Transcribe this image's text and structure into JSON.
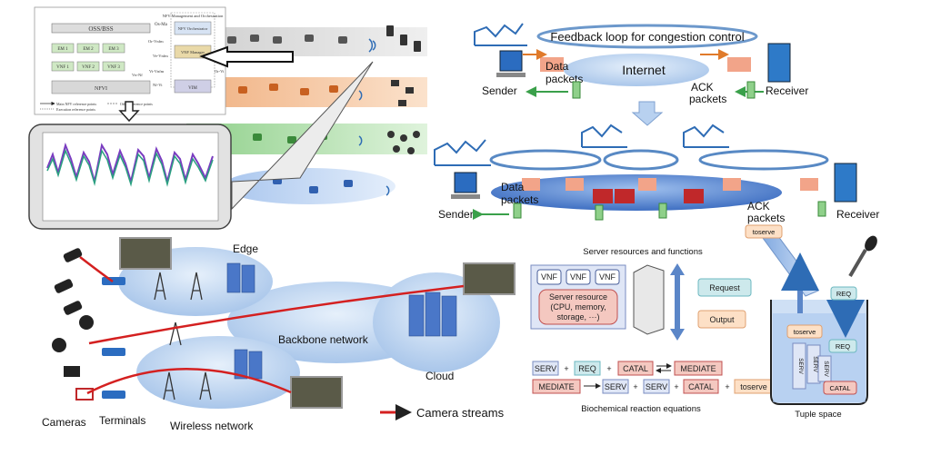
{
  "nfv": {
    "oss_bss": "OSS/BSS",
    "os_ma": "Os-Ma",
    "orchestrator": "NFV Management and Orchestration",
    "nfvo": "NFV Orchestrator",
    "or_vnfm": "Or-Vnfm",
    "ve_vnfm": "Ve-Vnfm",
    "vnf_manager": "VNF Manager",
    "vi_vnfm": "Vi-Vnfm",
    "vim": "VIM",
    "or_vi": "Or-Vi",
    "nf_vi": "Nf-Vi",
    "ems": [
      "EM 1",
      "EM 2",
      "EM 3"
    ],
    "vnfs": [
      "VNF 1",
      "VNF 2",
      "VNF 3"
    ],
    "nfvi": "NFVI",
    "vn_nf": "Vn-Nf",
    "legend": [
      "Main NFV reference points",
      "Other reference points",
      "Execution reference points"
    ]
  },
  "congestion": {
    "feedback": "Feedback loop for congestion control",
    "internet": "Internet",
    "data_packets": "Data packets",
    "ack_packets": "ACK packets",
    "sender": "Sender",
    "receiver": "Receiver"
  },
  "camera_net": {
    "edge": "Edge",
    "backbone": "Backbone network",
    "cloud": "Cloud",
    "cameras": "Cameras",
    "terminals": "Terminals",
    "wireless": "Wireless network",
    "legend": "Camera streams"
  },
  "biochem": {
    "server_title": "Server resources and functions",
    "vnf": [
      "VNF",
      "VNF",
      "VNF"
    ],
    "server_resource": "Server resource (CPU, memory, storage, ···)",
    "request": "Request",
    "output": "Output",
    "eq1": [
      "SERV",
      "+",
      "REQ",
      "+",
      "CATAL",
      "MEDIATE"
    ],
    "eq2": [
      "MEDIATE",
      "SERV",
      "+",
      "SERV",
      "+",
      "CATAL",
      "+",
      "toserve"
    ],
    "caption": "Biochemical reaction equations"
  },
  "tuple": {
    "toserve": "toserve",
    "req": "REQ",
    "serv": "SERV",
    "catal": "CATAL",
    "caption": "Tuple space"
  },
  "colors": {
    "stream": "#d42020",
    "flow_blue": "#2e6cb5",
    "pink_box": "#f4c8c0",
    "teal_box": "#cde9ec"
  }
}
